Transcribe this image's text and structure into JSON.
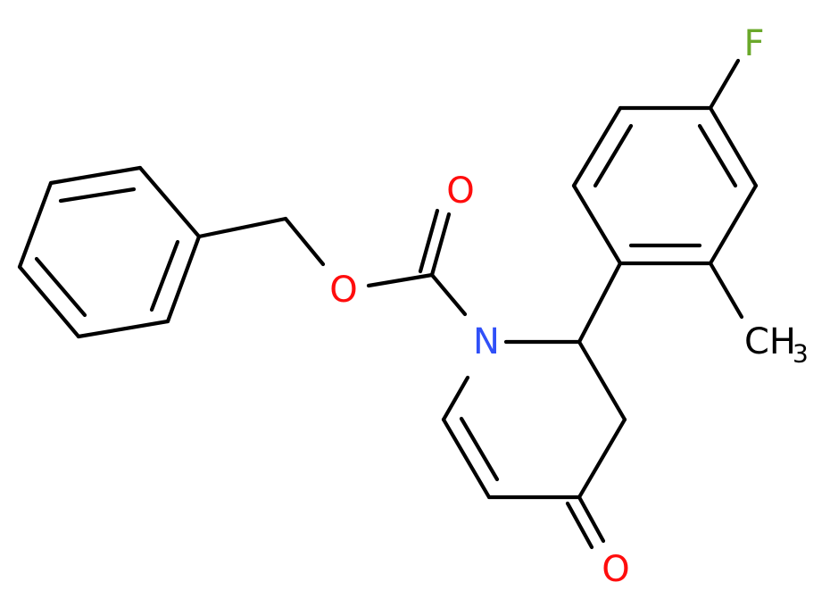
{
  "molecule": {
    "atoms": {
      "F": {
        "text": "F",
        "color": "#6aa82a"
      },
      "O_carbonyl_ester": {
        "text": "O",
        "color": "#ff0d0d"
      },
      "O_ether": {
        "text": "O",
        "color": "#ff0d0d"
      },
      "N": {
        "text": "N",
        "color": "#3050f8"
      },
      "O_ketone": {
        "text": "O",
        "color": "#ff0d0d"
      },
      "CH3": {
        "text": "CH",
        "sub": "3",
        "color": "#000000"
      }
    },
    "bond_color": "#000000"
  }
}
